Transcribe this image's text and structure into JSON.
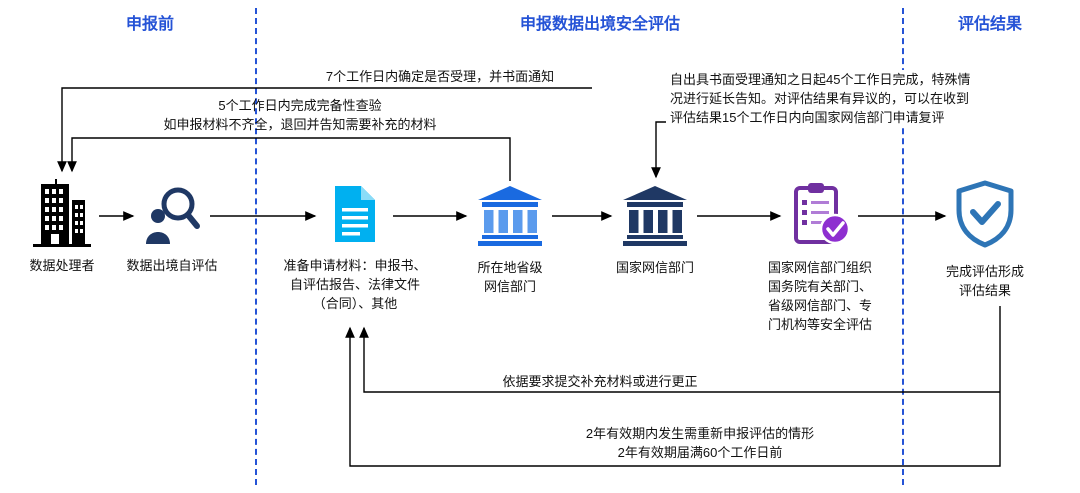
{
  "header": {
    "phase1": "申报前",
    "phase2": "申报数据出境安全评估",
    "phase3": "评估结果"
  },
  "nodes": [
    {
      "id": "data-processor",
      "lines": [
        "数据处理者"
      ]
    },
    {
      "id": "self-assessment",
      "lines": [
        "数据出境自评估"
      ]
    },
    {
      "id": "prepare-materials",
      "lines": [
        "准备申请材料：申报书、",
        "自评估报告、法律文件",
        "（合同）、其他"
      ]
    },
    {
      "id": "provincial-cac",
      "lines": [
        "所在地省级",
        "网信部门"
      ]
    },
    {
      "id": "national-cac",
      "lines": [
        "国家网信部门"
      ]
    },
    {
      "id": "organized-assessment",
      "lines": [
        "国家网信部门组织",
        "国务院有关部门、",
        "省级网信部门、专",
        "门机构等安全评估"
      ]
    },
    {
      "id": "assessment-result",
      "lines": [
        "完成评估形成",
        "评估结果"
      ]
    }
  ],
  "annotations": {
    "accept_7days": "7个工作日内确定是否受理，并书面通知",
    "check_5days": [
      "5个工作日内完成完备性查验",
      "如申报材料不齐全，退回并告知需要补充的材料"
    ],
    "days_45": [
      "自出具书面受理通知之日起45个工作日完成，特殊情",
      "况进行延长告知。对评估结果有异议的，可以在收到",
      "评估结果15个工作日内向国家网信部门申请复评"
    ],
    "supplement": "依据要求提交补充材料或进行更正",
    "renewal": [
      "2年有效期内发生需重新申报评估的情形",
      "2年有效期届满60个工作日前"
    ]
  },
  "colors": {
    "phase_blue": "#2553d6",
    "cyan_doc": "#00b0f0",
    "bank_blue": "#1a6ae0",
    "bank_navy": "#1f3864",
    "clipboard_purple": "#7030a0",
    "badge_purple": "#8e2fd0",
    "shield_blue": "#2e75b6",
    "arrow_black": "#000000"
  }
}
